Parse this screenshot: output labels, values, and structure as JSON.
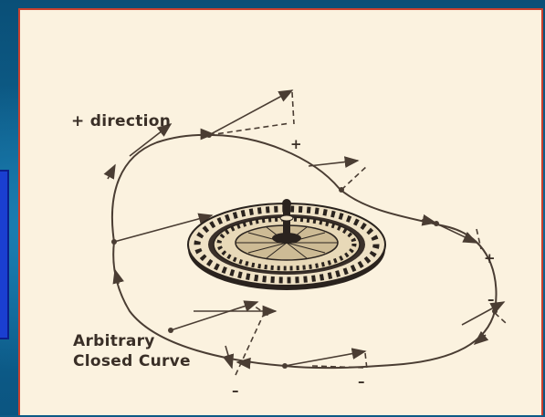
{
  "diagram": {
    "direction_label": "+ direction",
    "curve_label_line1": "Arbitrary",
    "curve_label_line2": "Closed Curve",
    "signs": {
      "plus_top": "+",
      "plus_right": "+",
      "minus_right": "–",
      "minus_bottom_left": "–",
      "minus_bottom_right": "–"
    },
    "center_image": "roulette-wheel-icon"
  },
  "colors": {
    "background": "#0d5a86",
    "slide": "#fbf2df",
    "slide_border": "#c8402e",
    "ink": "#3a2f27",
    "side_panel": "#1a3fd1"
  }
}
